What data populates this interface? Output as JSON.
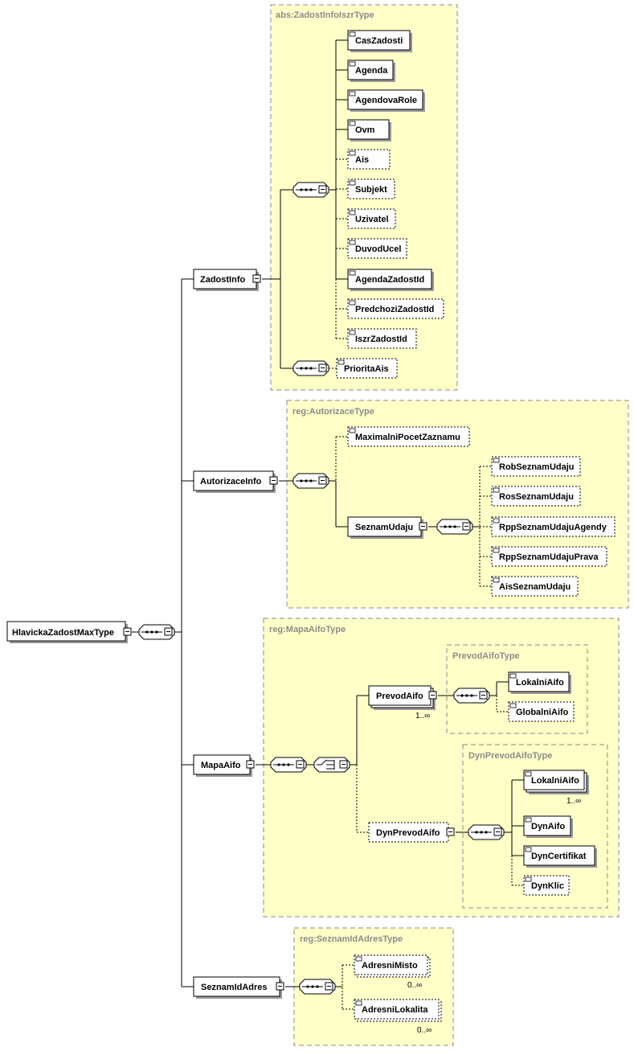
{
  "root": {
    "label": "HlavickaZadostMaxType"
  },
  "types": {
    "zadost_info_type": "abs:ZadostInfoIszrType",
    "autorizace_type": "reg:AutorizaceType",
    "mapa_aifo_type": "reg:MapaAifoType",
    "prevod_aifo_type": "PrevodAifoType",
    "dyn_prevod_aifo_type": "DynPrevodAifoType",
    "seznam_id_adres_type": "reg:SeznamIdAdresType"
  },
  "elements": {
    "zadost_info": "ZadostInfo",
    "cas_zadosti": "CasZadosti",
    "agenda": "Agenda",
    "agendova_role": "AgendovaRole",
    "ovm": "Ovm",
    "ais": "Ais",
    "subjekt": "Subjekt",
    "uzivatel": "Uzivatel",
    "duvod_ucel": "DuvodUcel",
    "agenda_zadost_id": "AgendaZadostId",
    "predchozi_zadost_id": "PredchoziZadostId",
    "iszr_zadost_id": "IszrZadostId",
    "priorita_ais": "PrioritaAis",
    "autorizace_info": "AutorizaceInfo",
    "maximalni_pocet_zaznamu": "MaximalniPocetZaznamu",
    "seznam_udaju": "SeznamUdaju",
    "rob_seznam_udaju": "RobSeznamUdaju",
    "ros_seznam_udaju": "RosSeznamUdaju",
    "rpp_seznam_udaju_agendy": "RppSeznamUdajuAgendy",
    "rpp_seznam_udaju_prava": "RppSeznamUdajuPrava",
    "ais_seznam_udaju": "AisSeznamUdaju",
    "mapa_aifo": "MapaAifo",
    "prevod_aifo": "PrevodAifo",
    "lokalni_aifo_1": "LokalniAifo",
    "globalni_aifo": "GlobalniAifo",
    "dyn_prevod_aifo": "DynPrevodAifo",
    "lokalni_aifo_2": "LokalniAifo",
    "dyn_aifo": "DynAifo",
    "dyn_certifikat": "DynCertifikat",
    "dyn_klic": "DynKlic",
    "seznam_id_adres": "SeznamIdAdres",
    "adresni_misto": "AdresniMisto",
    "adresni_lokalita": "AdresniLokalita"
  },
  "multiplicities": {
    "prevod_aifo": "1..∞",
    "lokalni_aifo_2": "1..∞",
    "adresni_misto": "0..∞",
    "adresni_lokalita": "0..∞"
  },
  "colors": {
    "type_background": "#ffffc8",
    "type_label": "#8c8c8c"
  }
}
